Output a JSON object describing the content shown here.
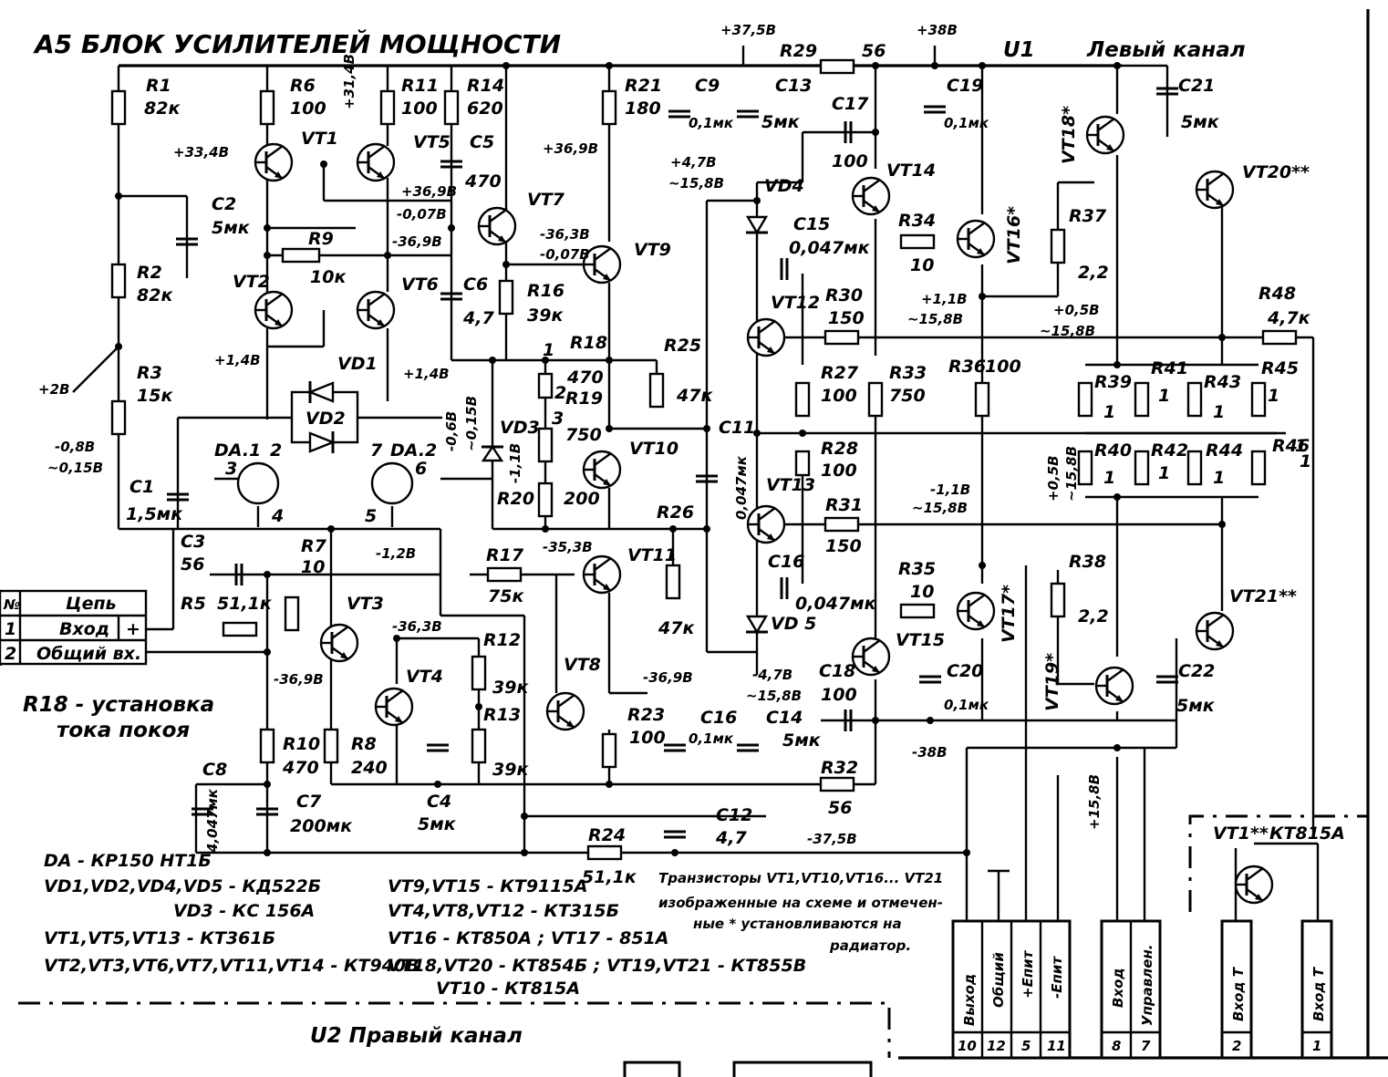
{
  "title": "А5 БЛОК УСИЛИТЕЛЕЙ МОЩНОСТИ",
  "u1_label": "U1",
  "left_channel": "Левый канал",
  "u2_label": "U2 Правый канал",
  "components": {
    "R1": {
      "name": "R1",
      "value": "82к"
    },
    "R2": {
      "name": "R2",
      "value": "82к"
    },
    "R3": {
      "name": "R3",
      "value": "15к"
    },
    "R6": {
      "name": "R6",
      "value": "100"
    },
    "R11": {
      "name": "R11",
      "value": "100"
    },
    "R14": {
      "name": "R14",
      "value": "620"
    },
    "R21": {
      "name": "R21",
      "value": "180"
    },
    "R29": {
      "name": "R29",
      "value": "56"
    },
    "R9": {
      "name": "R9",
      "value": "10к"
    },
    "R16": {
      "name": "R16",
      "value": "39к"
    },
    "R18": {
      "name": "R18",
      "value": "470"
    },
    "R19": {
      "name": "R19",
      "value": "750"
    },
    "R20": {
      "name": "R20",
      "value": "200"
    },
    "R25": {
      "name": "R25",
      "value": "47к"
    },
    "R26": {
      "name": "R26",
      "value": "47к"
    },
    "R17": {
      "name": "R17",
      "value": "75к"
    },
    "R5": {
      "name": "R5",
      "value": "51,1к"
    },
    "R7": {
      "name": "R7",
      "value": "10"
    },
    "R12": {
      "name": "R12",
      "value": "39к"
    },
    "R13": {
      "name": "R13",
      "value": "39к"
    },
    "R10": {
      "name": "R10",
      "value": "470"
    },
    "R8": {
      "name": "R8",
      "value": "240"
    },
    "R23": {
      "name": "R23",
      "value": "100"
    },
    "R24": {
      "name": "R24",
      "value": "51,1к"
    },
    "R32": {
      "name": "R32",
      "value": "56"
    },
    "R34": {
      "name": "R34",
      "value": "10"
    },
    "R30": {
      "name": "R30",
      "value": "150"
    },
    "R27": {
      "name": "R27",
      "value": "100"
    },
    "R33": {
      "name": "R33",
      "value": "750"
    },
    "R28": {
      "name": "R28",
      "value": "100"
    },
    "R31": {
      "name": "R31",
      "value": "150"
    },
    "R35": {
      "name": "R35",
      "value": "10"
    },
    "R36": {
      "name": "R36",
      "value": "100"
    },
    "R37": {
      "name": "R37",
      "value": "2,2"
    },
    "R38": {
      "name": "R38",
      "value": "2,2"
    },
    "R48": {
      "name": "R48",
      "value": "4,7к"
    },
    "R39": {
      "name": "R39",
      "value": "1"
    },
    "R41": {
      "name": "R41",
      "value": "1"
    },
    "R43": {
      "name": "R43",
      "value": "1"
    },
    "R45": {
      "name": "R45",
      "value": "1"
    },
    "R40": {
      "name": "R40",
      "value": "1"
    },
    "R42": {
      "name": "R42",
      "value": "1"
    },
    "R44": {
      "name": "R44",
      "value": "1"
    },
    "R46": {
      "name": "R46",
      "value": "1"
    },
    "C1": {
      "name": "C1",
      "value": "1,5мк"
    },
    "C2": {
      "name": "C2",
      "value": "5мк"
    },
    "C3": {
      "name": "C3",
      "value": "56"
    },
    "C4": {
      "name": "C4",
      "value": "5мк"
    },
    "C5": {
      "name": "C5",
      "value": "470"
    },
    "C6": {
      "name": "C6",
      "value": "4,7"
    },
    "C7": {
      "name": "C7",
      "value": "200мк"
    },
    "C8": {
      "name": "C8",
      "value": "4,047мк"
    },
    "C9": {
      "name": "C9",
      "value": "0,1мк"
    },
    "C11": {
      "name": "C11",
      "value": "0,047мк"
    },
    "C12": {
      "name": "C12",
      "value": "4,7"
    },
    "C13": {
      "name": "C13",
      "value": "5мк"
    },
    "C14": {
      "name": "C14",
      "value": "5мк"
    },
    "C15": {
      "name": "C15",
      "value": "0,047мк"
    },
    "C16a": {
      "name": "C16",
      "value": "0,047мк"
    },
    "C16b": {
      "name": "C16",
      "value": "0,1мк"
    },
    "C17": {
      "name": "C17",
      "value": "100"
    },
    "C18": {
      "name": "C18",
      "value": "100"
    },
    "C19": {
      "name": "C19",
      "value": "0,1мк"
    },
    "C20": {
      "name": "C20",
      "value": "0,1мк"
    },
    "C21": {
      "name": "C21",
      "value": "5мк"
    },
    "C22": {
      "name": "C22",
      "value": "5мк"
    }
  },
  "transistors": [
    "VT1",
    "VT2",
    "VT3",
    "VT4",
    "VT5",
    "VT6",
    "VT7",
    "VT8",
    "VT9",
    "VT10",
    "VT11",
    "VT12",
    "VT13",
    "VT14",
    "VT15",
    "VT16*",
    "VT17*",
    "VT18*",
    "VT19*",
    "VT20**",
    "VT21**"
  ],
  "diodes": [
    "VD1",
    "VD2",
    "VD3",
    "VD4",
    "VD 5"
  ],
  "opamps": [
    "DA.1",
    "DA.2"
  ],
  "voltages": {
    "v_p375": "+37,5В",
    "v_p38": "+38В",
    "v_p334": "+33,4В",
    "v_p314": "+31,4В",
    "v_p369a": "+36,9В",
    "v_m007a": "-0,07В",
    "v_m369a": "-36,9В",
    "v_p369b": "+36,9В",
    "v_m363": "-36,3В",
    "v_m007b": "-0,07В",
    "v_p47": "+4,7В",
    "v_m158a": "~15,8В",
    "v_p2": "+2В",
    "v_p14a": "+1,4В",
    "v_p14b": "+1,4В",
    "v_m08": "-0,8В",
    "v_m015a": "~0,15В",
    "v_m06": "-0,6В",
    "v_m015b": "~0,15В",
    "v_m12": "-1,2В",
    "v_m11": "-1,1В",
    "v_p11": "+1,1В",
    "v_m158b": "~15,8В",
    "v_p05a": "+0,5В",
    "v_m158c": "~15,8В",
    "v_m11b": "-1,1В",
    "v_m158d": "~15,8В",
    "v_m358": "-35,3В",
    "v_m363b": "-36,3В",
    "v_m369b": "-36,9В",
    "v_m369c": "-36,9В",
    "v_p05b": "+0,5В",
    "v_m158e": "~15,8В",
    "v_m47": "-4,7В",
    "v_m158f": "~15,8В",
    "v_m38": "-38В",
    "v_m375": "-37,5В",
    "v_p158": "+15,8В"
  },
  "pin_labels": {
    "p1": "1",
    "p2": "2",
    "p3": "3",
    "da1_2": "2",
    "da1_3": "3",
    "da1_4": "4",
    "da2_7": "7",
    "da2_6": "6",
    "da2_5": "5",
    "r46_1": "1"
  },
  "connector": {
    "header": "Цепь",
    "col_no": "№",
    "rows": [
      {
        "num": "1",
        "name": "Вход",
        "mark": "+"
      },
      {
        "num": "2",
        "name": "Общий вх."
      }
    ]
  },
  "annotation_r18": [
    "R18 - установка",
    "тока покоя"
  ],
  "parts_list": [
    "DA - КР150 НТ1Б",
    "VD1,VD2,VD4,VD5 - КД522Б",
    "VD3 - КС 156А",
    "VT1,VT5,VT13 - КТ361Б",
    "VT2,VT3,VT6,VT7,VT11,VT14 - КТ940В",
    "VT9,VT15 - КТ9115А",
    "VT4,VT8,VT12 - КТ315Б",
    "VT16 - КТ850А ; VT17 - 851А",
    "VT18,VT20 - КТ854Б ; VT19,VT21 - КТ855В",
    "VT10 - КТ815А"
  ],
  "note": [
    "Транзисторы VT1,VT10,VT16... VT21",
    "изображенные на схеме и отмечен-",
    "ные * установливаются на",
    "радиатор."
  ],
  "vt1_box": {
    "label": "VT1**",
    "type": "КТ815А"
  },
  "bottom_terminals": [
    {
      "name": "Выход",
      "pin": "10"
    },
    {
      "name": "Общий",
      "pin": "12"
    },
    {
      "name": "+Епит",
      "pin": "5"
    },
    {
      "name": "-Епит",
      "pin": "11"
    },
    {
      "name": "Вход",
      "pin": "8"
    },
    {
      "name": "Управлен.",
      "pin": "7"
    },
    {
      "name": "Вход Т",
      "pin": "2"
    },
    {
      "name": "Вход Т",
      "pin": "1"
    }
  ]
}
